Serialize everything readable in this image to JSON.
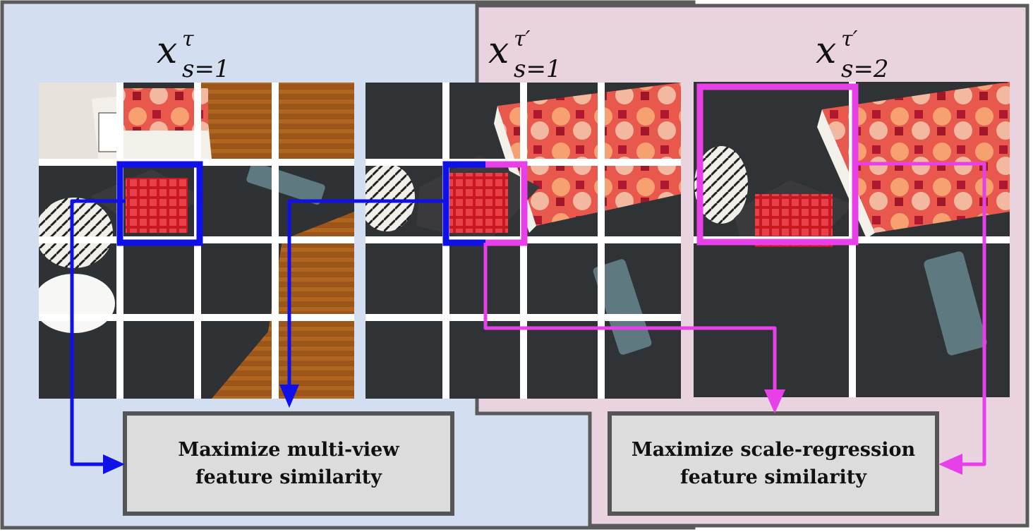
{
  "view_titles": [
    {
      "base": "x",
      "superscript": "τ",
      "subscript": "s=1"
    },
    {
      "base": "x",
      "superscript": "τ′",
      "subscript": "s=1"
    },
    {
      "base": "x",
      "superscript": "τ′",
      "subscript": "s=2"
    }
  ],
  "objective_boxes": {
    "multi_view": {
      "line1": "Maximize multi-view",
      "line2": "feature similarity"
    },
    "scale_regression": {
      "line1": "Maximize scale-regression",
      "line2": "feature similarity"
    }
  },
  "colors": {
    "left_region": "#d3dff0",
    "right_region": "#e8d3de",
    "region_border": "#5a5a5a",
    "multi_view_arrow": "#1010e8",
    "scale_regression_arrow": "#e840e8",
    "objective_box_fill": "#dcdcdc"
  }
}
